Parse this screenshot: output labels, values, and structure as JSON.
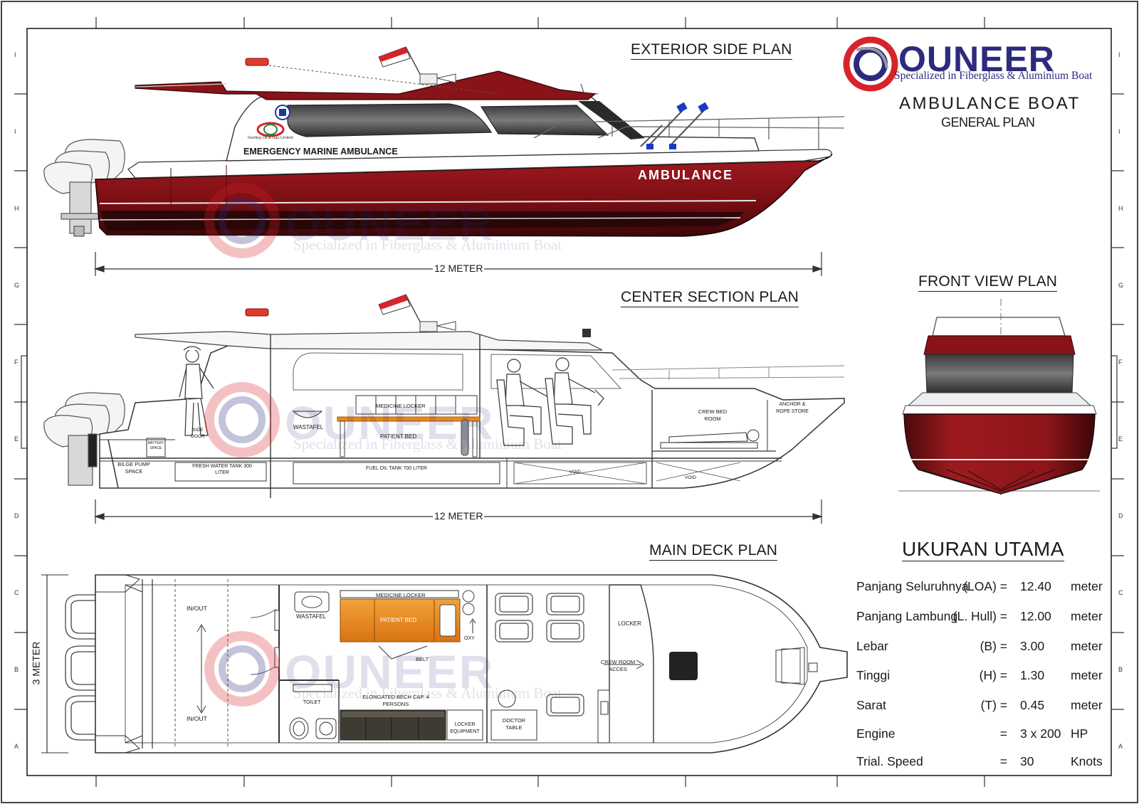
{
  "logo": {
    "brand": "OUNEER",
    "tagline": "Specialized in Fiberglass & Aluminium Boat"
  },
  "document": {
    "title": "AMBULANCE BOAT",
    "subtitle": "GENERAL PLAN"
  },
  "views": {
    "exterior_side": "EXTERIOR SIDE PLAN",
    "center_section": "CENTER SECTION PLAN",
    "front_view": "FRONT VIEW PLAN",
    "main_deck": "MAIN DECK PLAN"
  },
  "hull_markings": {
    "ambulance": "AMBULANCE",
    "emergency": "EMERGENCY MARINE AMBULANCE",
    "sponsor": "Genting Oil & Gas Limited"
  },
  "dimensions": {
    "length_top": "12 METER",
    "length_mid": "12 METER",
    "beam": "3 METER"
  },
  "section_labels": {
    "bilge_pump": "BILGE PUMP SPACE",
    "battery": "BATTERY SPACE",
    "side_door": "SIDE DOOR",
    "wastafel": "WASTAFEL",
    "medicine_locker": "MEDICINE LOCKER",
    "patient_bed": "PATIENT BED",
    "fresh_water": "FRESH WATER TANK 300 LITER",
    "fuel_tank": "FUEL OIL TANK 700 LITER",
    "void_1": "VOID",
    "void_2": "VOID",
    "crew_bed": "CREW BED ROOM",
    "anchor": "ANCHOR & ROPE STORE"
  },
  "deck_labels": {
    "in_out_top": "IN/OUT",
    "in_out_bottom": "IN/OUT",
    "wastafel": "WASTAFEL",
    "medicine_locker": "MEDICINE LOCKER",
    "patient_bed": "PATIENT BED",
    "oxy": "OXY",
    "belt": "BELT",
    "toilet": "TOILET",
    "bench": "ELONGATED BECH CAP. 4 PERSONS",
    "locker_equipment": "LOCKER EQUIPMENT",
    "doctor_table": "DOCTOR TABLE",
    "locker": "LOCKER",
    "crew_access": "CREW ROOM ACCES"
  },
  "specs": {
    "heading": "UKURAN UTAMA",
    "rows": [
      {
        "label": "Panjang Seluruhnya",
        "sym": "(LOA) =",
        "value": "12.40",
        "unit": "meter"
      },
      {
        "label": "Panjang Lambung",
        "sym": "(L. Hull) =",
        "value": "12.00",
        "unit": "meter"
      },
      {
        "label": "Lebar",
        "sym": "(B) =",
        "value": "3.00",
        "unit": "meter"
      },
      {
        "label": "Tinggi",
        "sym": "(H) =",
        "value": "1.30",
        "unit": "meter"
      },
      {
        "label": "Sarat",
        "sym": "(T) =",
        "value": "0.45",
        "unit": "meter"
      },
      {
        "label": "Engine",
        "sym": "=",
        "value": "3 x 200",
        "unit": "HP"
      },
      {
        "label": "Trial. Speed",
        "sym": "=",
        "value": "30",
        "unit": "Knots"
      }
    ]
  },
  "border_letters": [
    "I",
    "I",
    "H",
    "G",
    "F",
    "E",
    "D",
    "C",
    "B",
    "A"
  ],
  "colors": {
    "hull_red": "#7d0f14",
    "hull_dark": "#2a0608",
    "logo_blue": "#2d2b7d",
    "logo_red": "#d8232a",
    "bed_orange": "#e8891c",
    "bench_dark": "#3e3b33"
  }
}
